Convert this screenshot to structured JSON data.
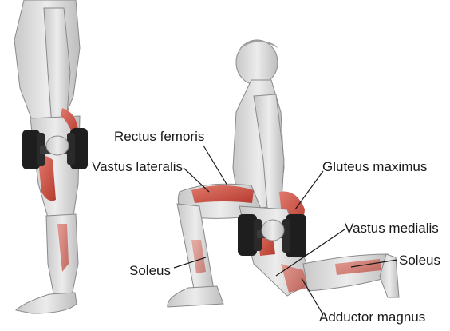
{
  "labels": {
    "rectus_femoris": "Rectus femoris",
    "vastus_lateralis": "Vastus lateralis",
    "gluteus_maximus": "Gluteus maximus",
    "vastus_medialis": "Vastus medialis",
    "soleus_left": "Soleus",
    "soleus_right": "Soleus",
    "adductor_magnus": "Adductor magnus"
  },
  "colors": {
    "background": "#ffffff",
    "skin": "#e4e4e4",
    "skin_shadow": "#b9b9b9",
    "outline": "#8a8a8a",
    "muscle_highlight": "#c9473a",
    "dumbbell": "#1e1e1e",
    "leader_line": "#1a1a1a"
  }
}
